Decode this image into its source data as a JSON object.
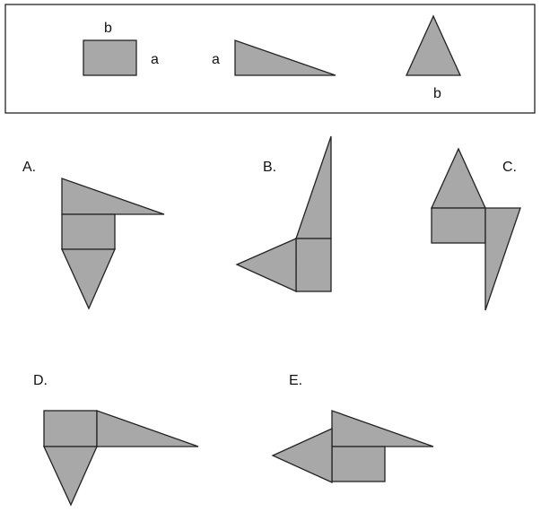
{
  "legend": {
    "rect_top_label": "b",
    "rect_side_label": "a",
    "right_triangle_label": "a",
    "triangle_base_label": "b"
  },
  "options": [
    {
      "label": "A."
    },
    {
      "label": "B."
    },
    {
      "label": "C."
    },
    {
      "label": "D."
    },
    {
      "label": "E."
    }
  ],
  "colors": {
    "fill": "#a8a8a8",
    "stroke": "#222222",
    "background": "#ffffff"
  }
}
